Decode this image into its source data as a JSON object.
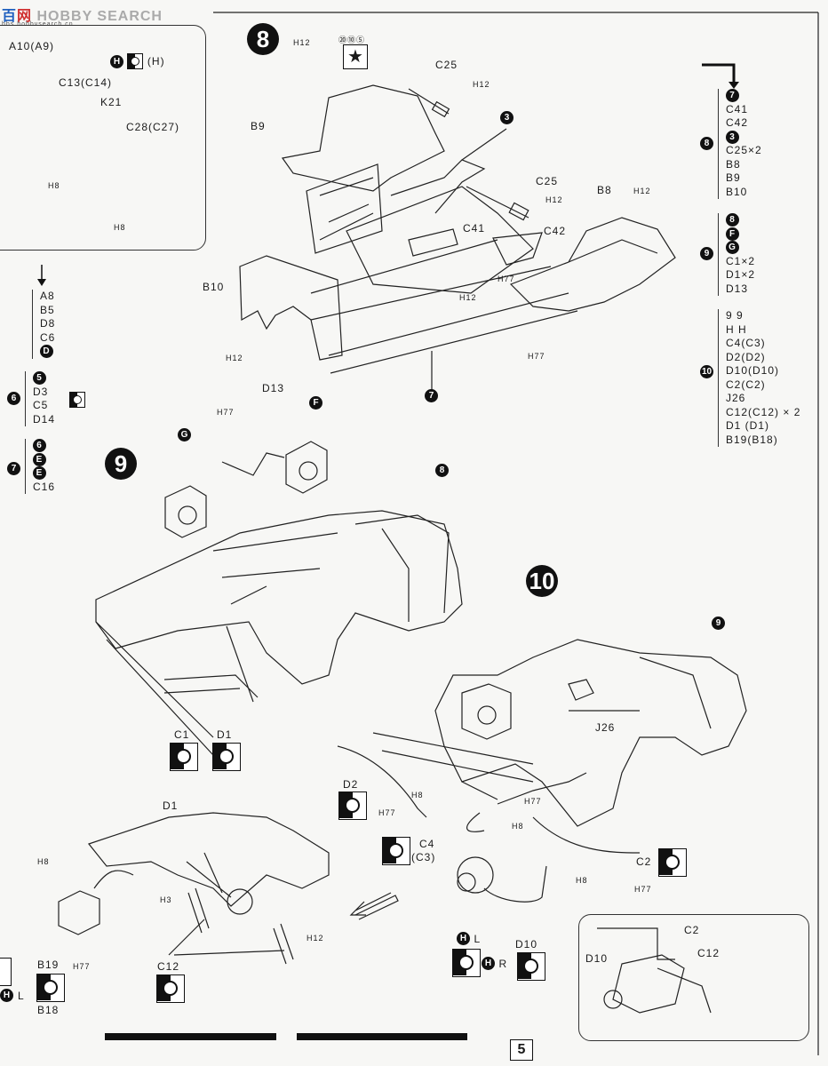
{
  "header": {
    "logo_part1": "百",
    "logo_part2": "网",
    "logo_text": "HOBBY SEARCH",
    "logo_sub": "bbs.hobbysearch.cn"
  },
  "page_number": "5",
  "steps": {
    "s8": "8",
    "s9": "9",
    "s10": "10"
  },
  "marks": {
    "h": "H",
    "parts_top": "⑳⑩⑤",
    "hr_label": "R",
    "hl_label": "L",
    "l_suffix": "L"
  },
  "inset_top": {
    "a10": "A10(A9)",
    "hh": "(H)",
    "c13": "C13(C14)",
    "k21": "K21",
    "c28": "C28(C27)",
    "h8a": "H8",
    "h8b": "H8"
  },
  "left_col": {
    "list1": [
      "A8",
      "B5",
      "D8",
      "C6",
      "D"
    ],
    "step6_num": "6",
    "list6": [
      "5",
      "D3",
      "C5",
      "D14"
    ],
    "step7_num": "7",
    "list7": [
      "6",
      "E",
      "E",
      "C16"
    ]
  },
  "right_col": {
    "step8_num": "8",
    "list8": [
      "7",
      "C41",
      "C42",
      "3",
      "C25×2",
      "B8",
      "B9",
      "B10"
    ],
    "step9_num": "9",
    "list9": [
      "8",
      "F",
      "G",
      "C1×2",
      "D1×2",
      "D13"
    ],
    "step10_num": "10",
    "list10": [
      "9 9",
      "H H",
      "C4(C3)",
      "D2(D2)",
      "D10(D10)",
      "C2(C2)",
      "J26",
      "C12(C12) × 2",
      "D1 (D1)",
      "B19(B18)"
    ]
  },
  "step8_labels": {
    "h12a": "H12",
    "b9": "B9",
    "c25a": "C25",
    "h12b": "H12",
    "three": "3",
    "c25b": "C25",
    "h12c": "H12",
    "b8": "B8",
    "h12d": "H12",
    "c41": "C41",
    "c42": "C42",
    "h77a": "H77",
    "h12e": "H12",
    "b10": "B10",
    "h12f": "H12",
    "h77b": "H77",
    "seven": "7"
  },
  "step9_labels": {
    "d13": "D13",
    "h77": "H77",
    "f": "F",
    "g": "G",
    "eight": "8",
    "c1": "C1",
    "d1": "D1"
  },
  "step10_labels": {
    "nine": "9",
    "j26": "J26",
    "d2": "D2",
    "h8a": "H8",
    "h77a": "H77",
    "h77b": "H77",
    "h8b": "H8",
    "c4": "C4",
    "c3": "(C3)",
    "c2": "C2",
    "h8c": "H8",
    "h77c": "H77",
    "d10": "D10"
  },
  "lower_left_labels": {
    "d1": "D1",
    "h8": "H8",
    "h3": "H3",
    "h12": "H12",
    "b19": "B19",
    "h77": "H77",
    "b18": "B18",
    "c12": "C12"
  },
  "inset_bottom": {
    "c2": "C2",
    "d10": "D10",
    "c12": "C12"
  }
}
